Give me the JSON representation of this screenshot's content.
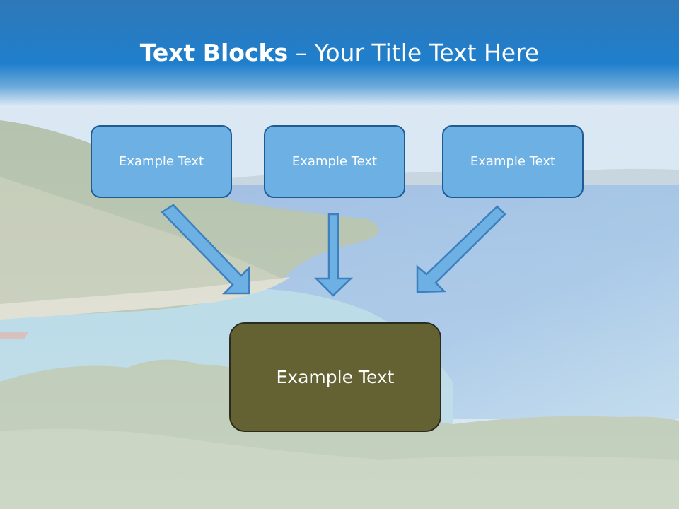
{
  "slide": {
    "title_bold": "Text Blocks",
    "title_dash": " – ",
    "title_rest": "Your Title Text Here"
  },
  "blocks": [
    {
      "label": "Example Text"
    },
    {
      "label": "Example Text"
    },
    {
      "label": "Example Text"
    }
  ],
  "target": {
    "label": "Example Text"
  },
  "colors": {
    "title_band": "#1f7fcc",
    "block_fill": "#6cb0e4",
    "block_border": "#1f5a92",
    "target_fill": "#646232",
    "arrow_fill": "#6cb0e4",
    "arrow_stroke": "#3e7fbe"
  }
}
